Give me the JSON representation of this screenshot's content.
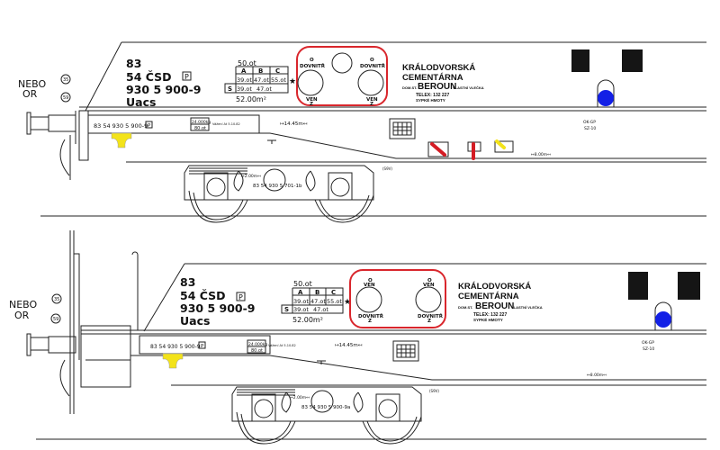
{
  "colors": {
    "red_outline": "#d9262c",
    "blue_lamp": "#1320e6",
    "yellow_hook": "#f3e31a",
    "red_handle": "#d41c24"
  },
  "wagons": [
    {
      "nebo": "NEBO",
      "or": "OR",
      "badge1": "35",
      "badge2": "59",
      "line1": "83",
      "line2": "54 ČSD",
      "line3": "930 5 900-9",
      "line4": "Uacs",
      "p_mark": "P",
      "load": {
        "top": "50.ot",
        "h_a": "A",
        "h_b": "B",
        "h_c": "C",
        "a": "39.ot",
        "b": "47.ot",
        "c": "55.ot",
        "s": "S",
        "s_a": "39.ot",
        "s_bc": "47.ot",
        "volume": "52.00m²",
        "star": "★"
      },
      "valve": {
        "top_o": "O",
        "top_label": "DOVNITŘ",
        "bottom_label": "VEN",
        "bottom_z": "Z"
      },
      "company": {
        "name1": "KRÁLODVORSKÁ",
        "name2": "CEMENTÁRNA",
        "dom": "DOM.ST.",
        "station": "BEROUN",
        "siding": "VLASTNÍ VLEČKA",
        "telex": "TELEX:  132  227",
        "cargo": "SYPKÉ  HMOTY"
      },
      "frame": {
        "number": "83 54 930 5 900-9",
        "weight1": "24.000kg",
        "weight2": "80.ot",
        "weigh_note": "Vážení At 5.10.82",
        "length": "↦14.45m↤",
        "brake1": "OK-GP",
        "brake2": "SZ-10",
        "dist": "↦8.00m↤"
      },
      "bogie": {
        "spacing": "↦2.00m↤",
        "number": "83 54 930 5 701-1b",
        "code": "(S9V)"
      }
    },
    {
      "nebo": "NEBO",
      "or": "OR",
      "badge1": "35",
      "badge2": "59",
      "line1": "83",
      "line2": "54 ČSD",
      "line3": "930 5 900-9",
      "line4": "Uacs",
      "p_mark": "P",
      "load": {
        "top": "50.ot",
        "h_a": "A",
        "h_b": "B",
        "h_c": "C",
        "a": "39.ot",
        "b": "47.ot",
        "c": "55.ot",
        "s": "S",
        "s_a": "39.ot",
        "s_bc": "47.ot",
        "volume": "52.00m²",
        "star": "★"
      },
      "valve": {
        "top_o": "O",
        "top_label": "VEN",
        "bottom_label": "DOVNITŘ",
        "bottom_z": "Z"
      },
      "company": {
        "name1": "KRÁLODVORSKÁ",
        "name2": "CEMENTÁRNA",
        "dom": "DOM.ST.",
        "station": "BEROUN",
        "siding": "VLASTNÍ VLEČKA",
        "telex": "TELEX:  132  227",
        "cargo": "SYPKÉ  HMOTY"
      },
      "frame": {
        "number": "83 54 930 5 900-9",
        "weight1": "24.000kg",
        "weight2": "80.ot",
        "weigh_note": "Vážení At 5.10.82",
        "length": "↦14.45m↤",
        "brake1": "OK-GP",
        "brake2": "SZ-10",
        "dist": "↦8.00m↤"
      },
      "bogie": {
        "spacing": "↦2.00m↤",
        "number": "83 54 930 5 900-9a",
        "code": "(S9V)"
      }
    }
  ]
}
